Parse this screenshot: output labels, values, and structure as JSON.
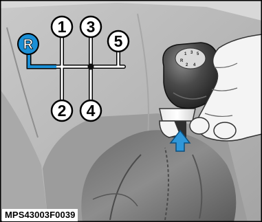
{
  "figure": {
    "caption": "MPS43003F0039",
    "gears": {
      "reverse": "R",
      "first": "1",
      "second": "2",
      "third": "3",
      "fourth": "4",
      "fifth": "5"
    },
    "colors": {
      "reverse_highlight": "#1a8fd6",
      "shift_pattern": "#ffffff",
      "neutral_dot": "#111111",
      "push_arrow": "#2f97d9",
      "interior": "#b9b9b9",
      "frame": "#000000"
    },
    "icons": {
      "push_arrow": "arrow-up-icon",
      "shift_pattern": "shift-pattern-diagram"
    }
  }
}
